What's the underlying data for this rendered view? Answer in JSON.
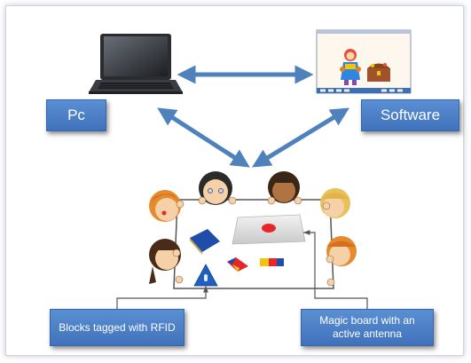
{
  "labels": {
    "pc": "Pc",
    "software": "Software",
    "blocks": "Blocks tagged with RFID",
    "board": "Magic board with an active antenna"
  },
  "colors": {
    "arrow": "#4f81bd",
    "box_fill": "#4a7fc6",
    "box_text": "#ffffff",
    "frame_border": "#d0d3d8"
  },
  "icons": {
    "pc": "laptop-icon",
    "software": "software-screenshot",
    "children": "children-holding-board-illustration"
  }
}
